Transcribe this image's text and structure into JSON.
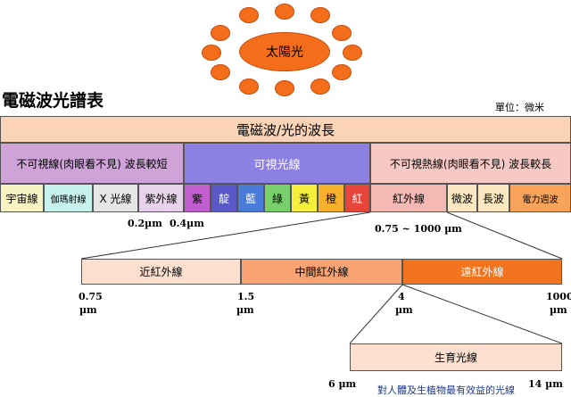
{
  "sun": {
    "label": "太陽光",
    "color": "#f36d1a"
  },
  "header": {
    "title": "電磁波光譜表",
    "unit": "單位：微米"
  },
  "spectrum": {
    "title": "電磁波/光的波長",
    "groups": {
      "short": "不可視線(肉眼看不見) 波長較短",
      "visible": "可視光線",
      "long": "不可視熱線(肉眼看不見) 波長較長"
    },
    "bands": {
      "cosmic": "宇宙線",
      "gamma": "伽瑪射線",
      "xray": "X 光線",
      "uv": "紫外線",
      "violet": "紫",
      "indigo": "靛",
      "blue": "藍",
      "green": "綠",
      "yellow": "黃",
      "orange": "橙",
      "red": "紅",
      "infrared": "紅外線",
      "microwave": "微波",
      "longwave": "長波",
      "power": "電力週波"
    },
    "ticks": {
      "t1": "0.2µm",
      "t2": "0.4µm",
      "t3": "0.75 ~ 1000 µm"
    }
  },
  "infrared": {
    "near": "近紅外線",
    "mid": "中間紅外線",
    "far": "遠紅外線",
    "ticks": {
      "a": "0.75",
      "b": "1.5",
      "c": "4",
      "d": "1000",
      "unit": "µm"
    }
  },
  "growth": {
    "label": "生育光線",
    "left": "6 µm",
    "right": "14 µm",
    "caption": "對人體及生植物最有效益的光線"
  }
}
